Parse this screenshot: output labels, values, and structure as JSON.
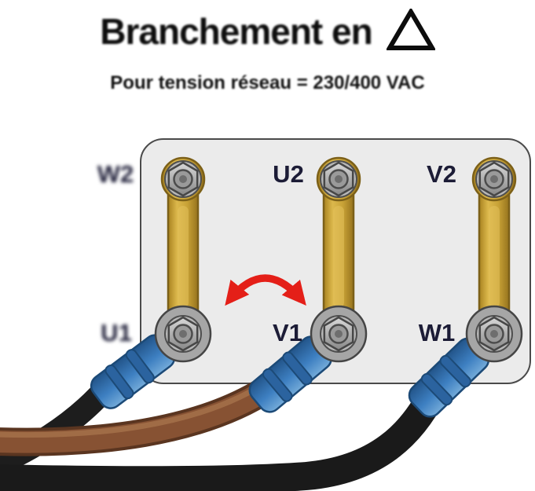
{
  "title": {
    "text": "Branchement en",
    "symbol": "Δ"
  },
  "subtitle": "Pour tension réseau = 230/400 VAC",
  "terminals": {
    "top": [
      "W2",
      "U2",
      "V2"
    ],
    "bottom": [
      "U1",
      "V1",
      "W1"
    ]
  },
  "jumper_links": [
    {
      "from": "W2",
      "to": "U1"
    },
    {
      "from": "U2",
      "to": "V1"
    },
    {
      "from": "V2",
      "to": "W1"
    }
  ],
  "swap_arrow": {
    "between": [
      "U1",
      "V1"
    ],
    "color": "#e41f18"
  },
  "wires": [
    {
      "terminal": "U1",
      "color_name": "black",
      "hex": "#1d1d1d"
    },
    {
      "terminal": "V1",
      "color_name": "brown",
      "hex": "#875233"
    },
    {
      "terminal": "W1",
      "color_name": "black",
      "hex": "#1a1a1a"
    }
  ],
  "colors": {
    "block_fill": "#ebebeb",
    "block_border": "#4a4a4a",
    "brass": "#c7a136",
    "lug_blue": "#3d7fc1",
    "label_text": "#1c1c36",
    "arrow_red": "#e41f18"
  }
}
